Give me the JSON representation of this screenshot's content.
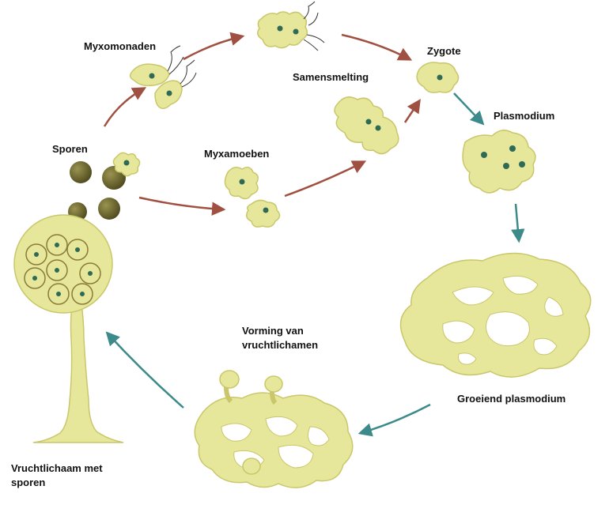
{
  "labels": {
    "myxomonaden": "Myxomonaden",
    "zygote": "Zygote",
    "samensmelting": "Samensmelting",
    "plasmodium": "Plasmodium",
    "sporen": "Sporen",
    "myxamoeben": "Myxamoeben",
    "vorming_line1": "Vorming van",
    "vorming_line2": "vruchtlichamen",
    "groeiend": "Groeiend plasmodium",
    "vruchtlichaam_line1": "Vruchtlichaam met",
    "vruchtlichaam_line2": "sporen"
  },
  "colors": {
    "body_fill": "#e6e79a",
    "body_stroke": "#c9c76a",
    "nucleus": "#2e6a55",
    "spore": "#6f6a2e",
    "arrow_brown": "#a05040",
    "arrow_teal": "#3d8a8a"
  }
}
